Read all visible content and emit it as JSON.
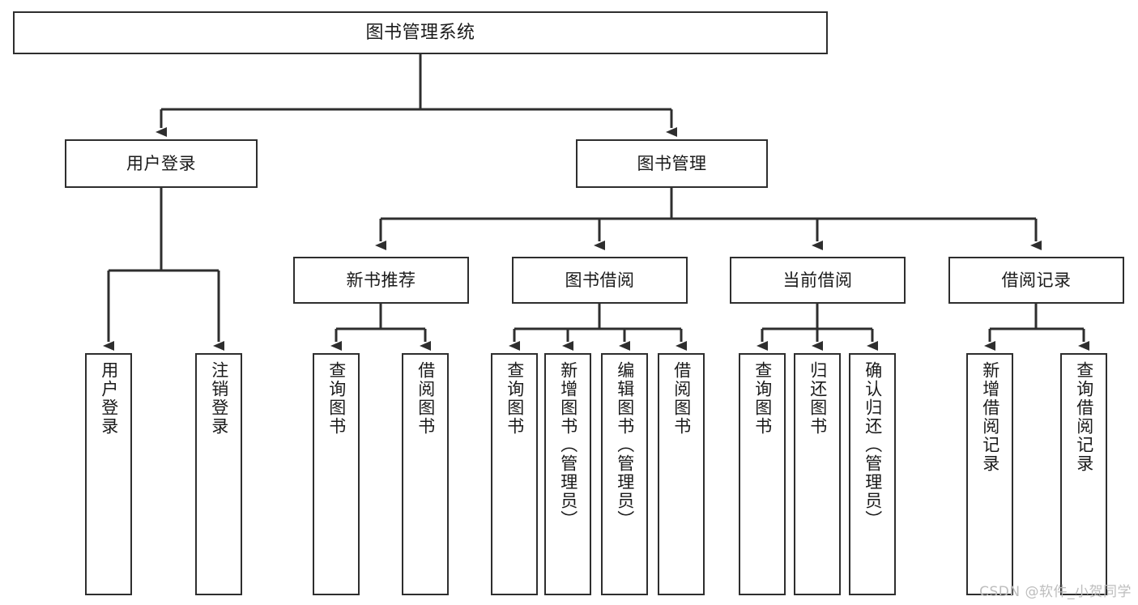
{
  "diagram": {
    "title": "图书管理系统",
    "watermark": "CSDN @软件_小贺同学",
    "colors": {
      "background": "#ffffff",
      "node_border": "#2e2e2e",
      "node_fill": "#ffffff",
      "edge": "#2e2e2e",
      "text": "#1a1a1a",
      "watermark": "#bdbdbd"
    }
  },
  "nodes": {
    "root": {
      "label": "图书管理系统"
    },
    "level2": [
      {
        "label": "用户登录"
      },
      {
        "label": "图书管理"
      }
    ],
    "level3": [
      {
        "label": "新书推荐"
      },
      {
        "label": "图书借阅"
      },
      {
        "label": "当前借阅"
      },
      {
        "label": "借阅记录"
      }
    ],
    "leaves": {
      "user_login": [
        {
          "label": "用户登录"
        },
        {
          "label": "注销登录"
        }
      ],
      "new_book": [
        {
          "label": "查询图书"
        },
        {
          "label": "借阅图书"
        }
      ],
      "book_borrow": [
        {
          "label": "查询图书"
        },
        {
          "label": "新增图书（管理员）"
        },
        {
          "label": "编辑图书（管理员）"
        },
        {
          "label": "借阅图书"
        }
      ],
      "current_borrow": [
        {
          "label": "查询图书"
        },
        {
          "label": "归还图书"
        },
        {
          "label": "确认归还（管理员）"
        }
      ],
      "borrow_record": [
        {
          "label": "新增借阅记录"
        },
        {
          "label": "查询借阅记录"
        }
      ]
    }
  }
}
